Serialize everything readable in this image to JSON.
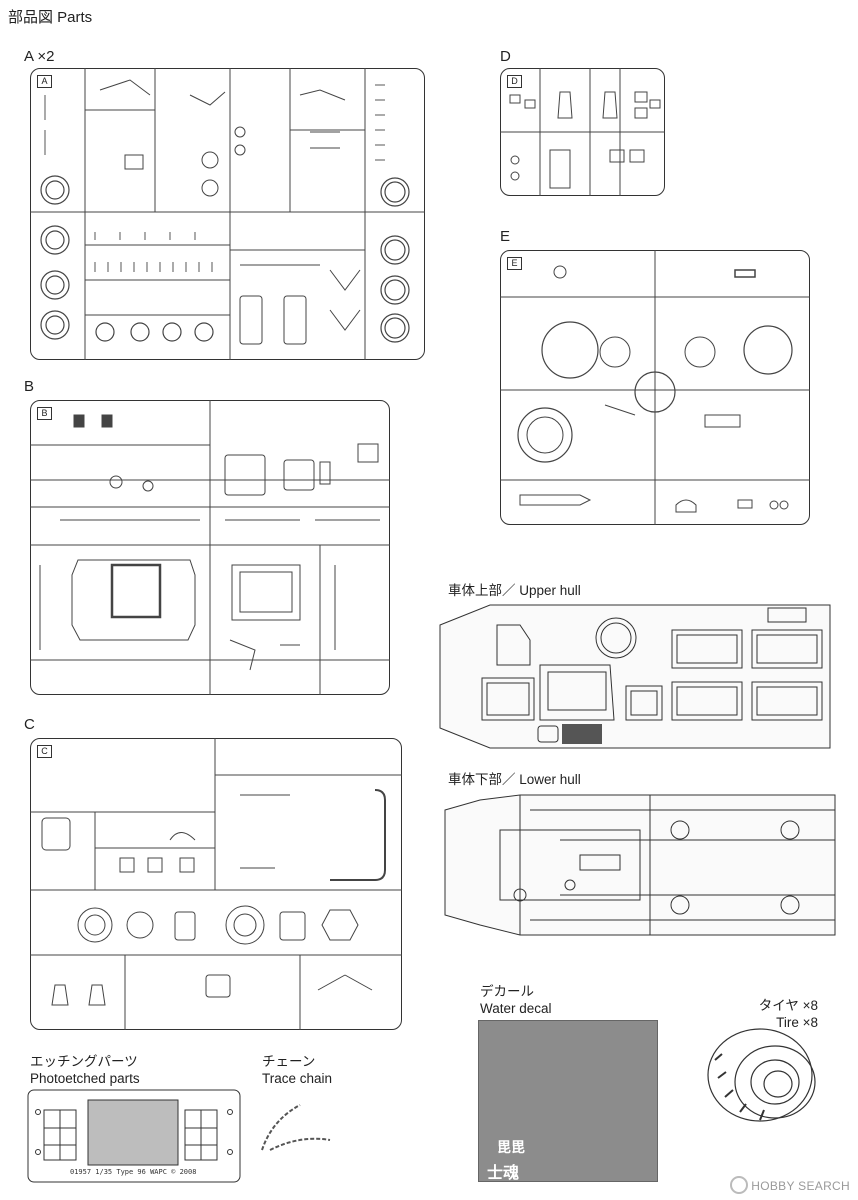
{
  "page": {
    "title": "部品図 Parts"
  },
  "sprues": [
    {
      "key": "A",
      "heading": "A ×2",
      "tag": "A"
    },
    {
      "key": "B",
      "heading": "B",
      "tag": "B"
    },
    {
      "key": "C",
      "heading": "C",
      "tag": "C"
    },
    {
      "key": "D",
      "heading": "D",
      "tag": "D"
    },
    {
      "key": "E",
      "heading": "E",
      "tag": "E"
    }
  ],
  "hull": {
    "upper_label": "車体上部／ Upper hull",
    "lower_label": "車体下部／ Lower hull"
  },
  "extras": {
    "decal_title_jp": "デカール",
    "decal_title_en": "Water decal",
    "tire_title_jp": "タイヤ ×8",
    "tire_title_en": "Tire ×8",
    "pe_title_jp": "エッチングパーツ",
    "pe_title_en": "Photoetched parts",
    "chain_title_jp": "チェーン",
    "chain_title_en": "Trace chain",
    "pe_caption": "01957  1/35  Type 96 WAPC © 2008"
  },
  "decal_big": "士魂",
  "decal_mid": "毘毘",
  "watermark": "HOBBY SEARCH",
  "icons": {
    "watermark_logo": "hobby-search-logo-icon"
  }
}
